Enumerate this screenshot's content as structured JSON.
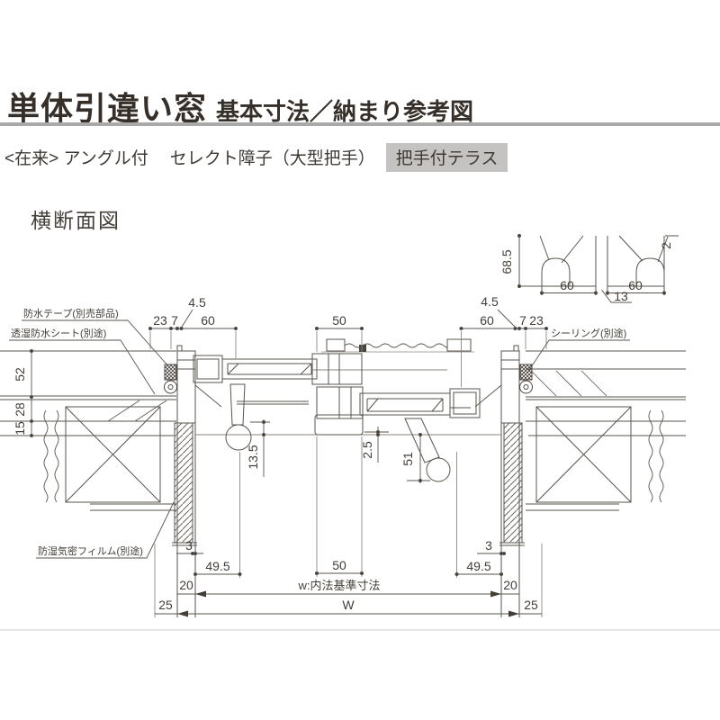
{
  "header": {
    "title_main": "単体引違い窓",
    "title_sub": "基本寸法／納まり参考図",
    "variant_prefix": "<在来> アングル付",
    "variant_mid": "セレクト障子（大型把手）",
    "variant_badge": "把手付テラス"
  },
  "section_label": "横断面図",
  "labels": {
    "waterproof_tape": "防水テープ(別売部品)",
    "breathable_sheet": "透湿防水シート(別途)",
    "sealing": "シーリング(別途)",
    "moisture_film": "防湿気密フィルム(別途)",
    "w_note": "w:内法基準寸法",
    "W": "W"
  },
  "dims": {
    "detail_685": "68.5",
    "detail_60L": "60",
    "detail_60R": "60",
    "detail_13": "13",
    "detail_2": "2",
    "top_23L": "23",
    "top_7L": "7",
    "top_45L": "4.5",
    "top_60L": "60",
    "top_50": "50",
    "top_60R": "60",
    "top_45R": "4.5",
    "top_7R": "7",
    "top_23R": "23",
    "side_52": "52",
    "side_28": "28",
    "side_15": "15",
    "in_135": "13.5",
    "in_25": "2.5",
    "in_51": "51",
    "bot_3L": "3",
    "bot_495L": "49.5",
    "bot_50": "50",
    "bot_495R": "49.5",
    "bot_3R": "3",
    "bot_20L": "20",
    "bot_20R": "20",
    "bot_25L": "25",
    "bot_25R": "25"
  },
  "colors": {
    "ink": "#433d36",
    "line": "#5a544d",
    "rule_gray": "#a9a9a9",
    "badge_bg": "#c5c3c1"
  }
}
